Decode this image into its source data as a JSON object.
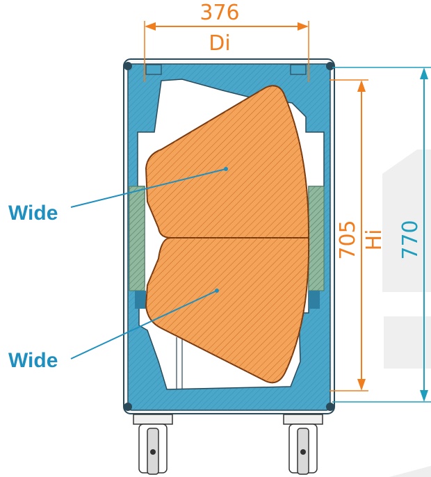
{
  "colors": {
    "dimension_width": "#f07e1e",
    "dimension_height_outer": "#1f9dbd",
    "dimension_height_inner": "#f07e1e",
    "cabinet_fill": "#4aa7c9",
    "cabinet_outline": "#2a4a5a",
    "tray_fill": "#f4a35a",
    "tray_outline": "#7a3a10",
    "label": "#1f8fbf",
    "rail": "#6f9a80"
  },
  "dimensions": {
    "width": {
      "value": "376",
      "name": "Di"
    },
    "inner_height": {
      "value": "705",
      "name": "Hi"
    },
    "outer_height": {
      "value": "770"
    }
  },
  "callouts": [
    {
      "text": "Wide",
      "target": "upper-tray"
    },
    {
      "text": "Wide",
      "target": "lower-tray"
    }
  ],
  "icons": {
    "wheel_left": "caster-wheel-icon",
    "wheel_right": "caster-wheel-icon"
  }
}
